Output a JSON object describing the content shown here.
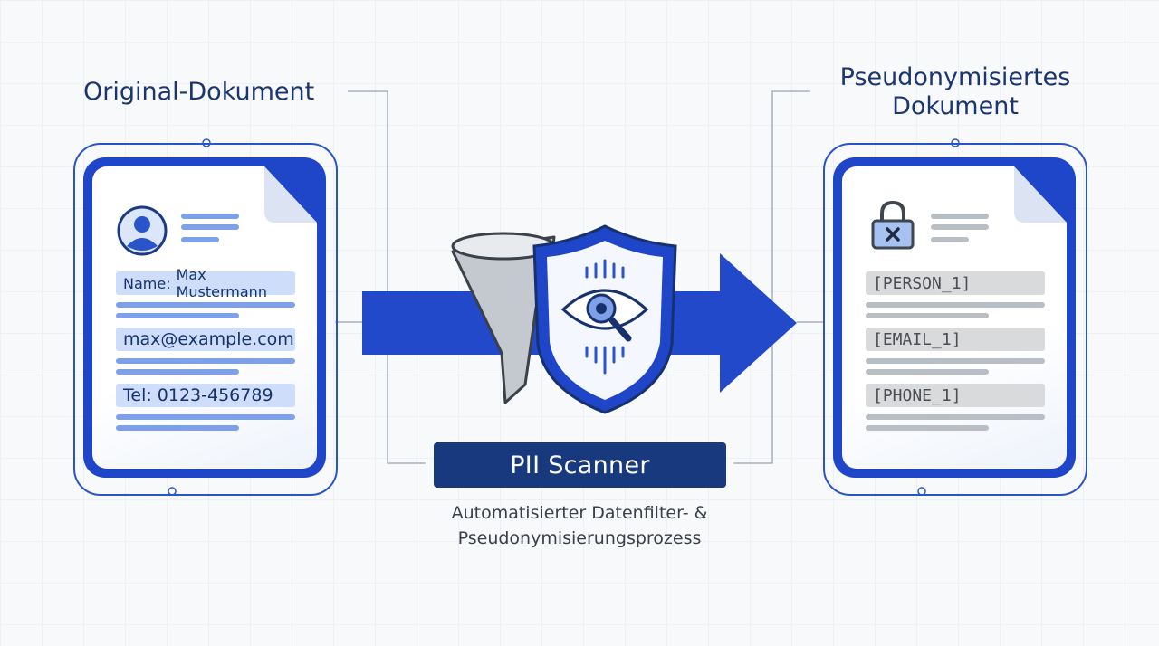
{
  "source_panel": {
    "title": "Original-Dokument",
    "fields": [
      {
        "label": "Name:",
        "value": "Max Mustermann"
      },
      {
        "value": "max@example.com"
      },
      {
        "value": "Tel: 0123-456789"
      }
    ]
  },
  "target_panel": {
    "title_line1": "Pseudonymisiertes",
    "title_line2": "Dokument",
    "tokens": [
      "[PERSON_1]",
      "[EMAIL_1]",
      "[PHONE_1]"
    ]
  },
  "process": {
    "label": "PII Scanner",
    "description_line1": "Automatisierter Datenfilter- &",
    "description_line2": "Pseudonymisierungsprozess"
  },
  "colors": {
    "primary_blue": "#1f45c8",
    "navy": "#18397e",
    "highlight_blue": "#cdddfa",
    "token_gray": "#d9dadc"
  },
  "icons": {
    "source": "user-avatar-icon",
    "target": "lock-icon",
    "filter": "funnel-icon",
    "scanner": "shield-eye-magnifier-icon",
    "flow": "arrow-right-icon"
  }
}
